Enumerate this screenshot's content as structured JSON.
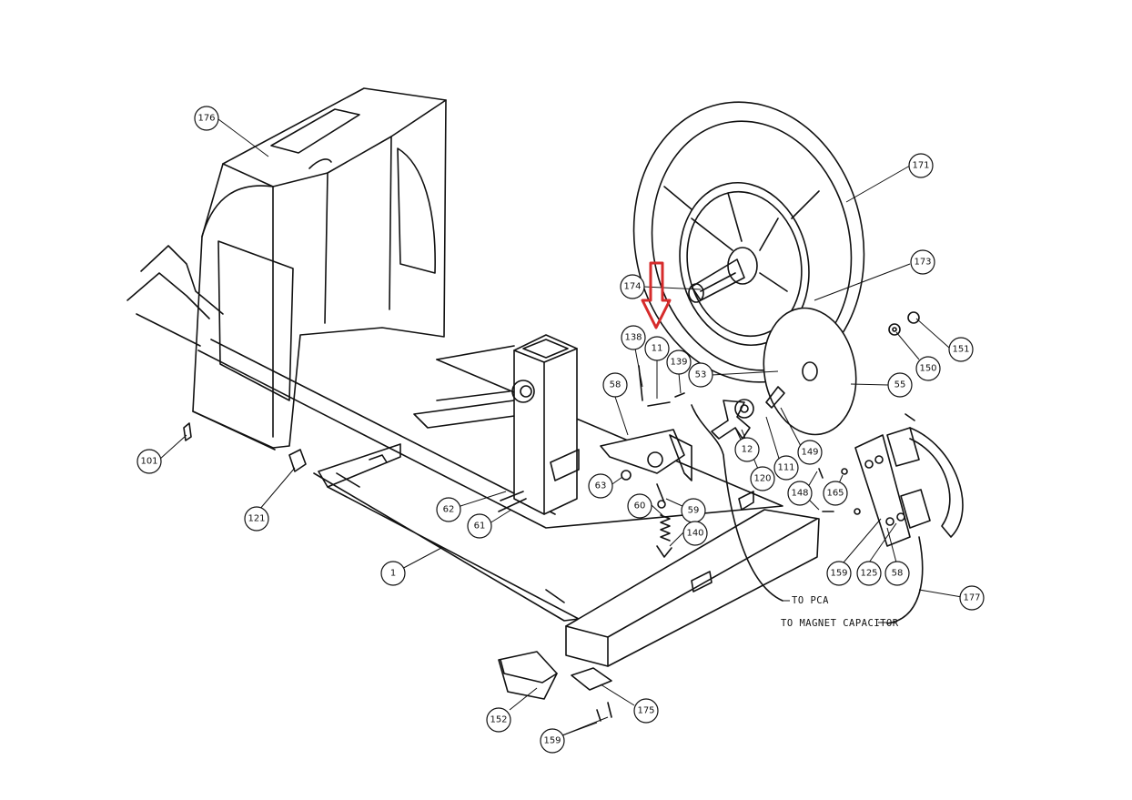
{
  "callouts": [
    {
      "label": "176"
    },
    {
      "label": "171"
    },
    {
      "label": "173"
    },
    {
      "label": "174"
    },
    {
      "label": "151"
    },
    {
      "label": "150"
    },
    {
      "label": "138"
    },
    {
      "label": "11"
    },
    {
      "label": "139"
    },
    {
      "label": "53"
    },
    {
      "label": "55"
    },
    {
      "label": "58"
    },
    {
      "label": "149"
    },
    {
      "label": "111"
    },
    {
      "label": "12"
    },
    {
      "label": "120"
    },
    {
      "label": "63"
    },
    {
      "label": "101"
    },
    {
      "label": "121"
    },
    {
      "label": "62"
    },
    {
      "label": "61"
    },
    {
      "label": "60"
    },
    {
      "label": "59"
    },
    {
      "label": "140"
    },
    {
      "label": "148"
    },
    {
      "label": "165"
    },
    {
      "label": "1"
    },
    {
      "label": "159"
    },
    {
      "label": "125"
    },
    {
      "label": "58"
    },
    {
      "label": "177"
    },
    {
      "label": "152"
    },
    {
      "label": "175"
    },
    {
      "label": "159"
    }
  ],
  "notes": {
    "to_pca": "TO PCA",
    "to_magnet": "TO MAGNET CAPACITOR"
  },
  "colors": {
    "line": "#111111",
    "arrow": "#d62b2b",
    "background": "#ffffff"
  }
}
